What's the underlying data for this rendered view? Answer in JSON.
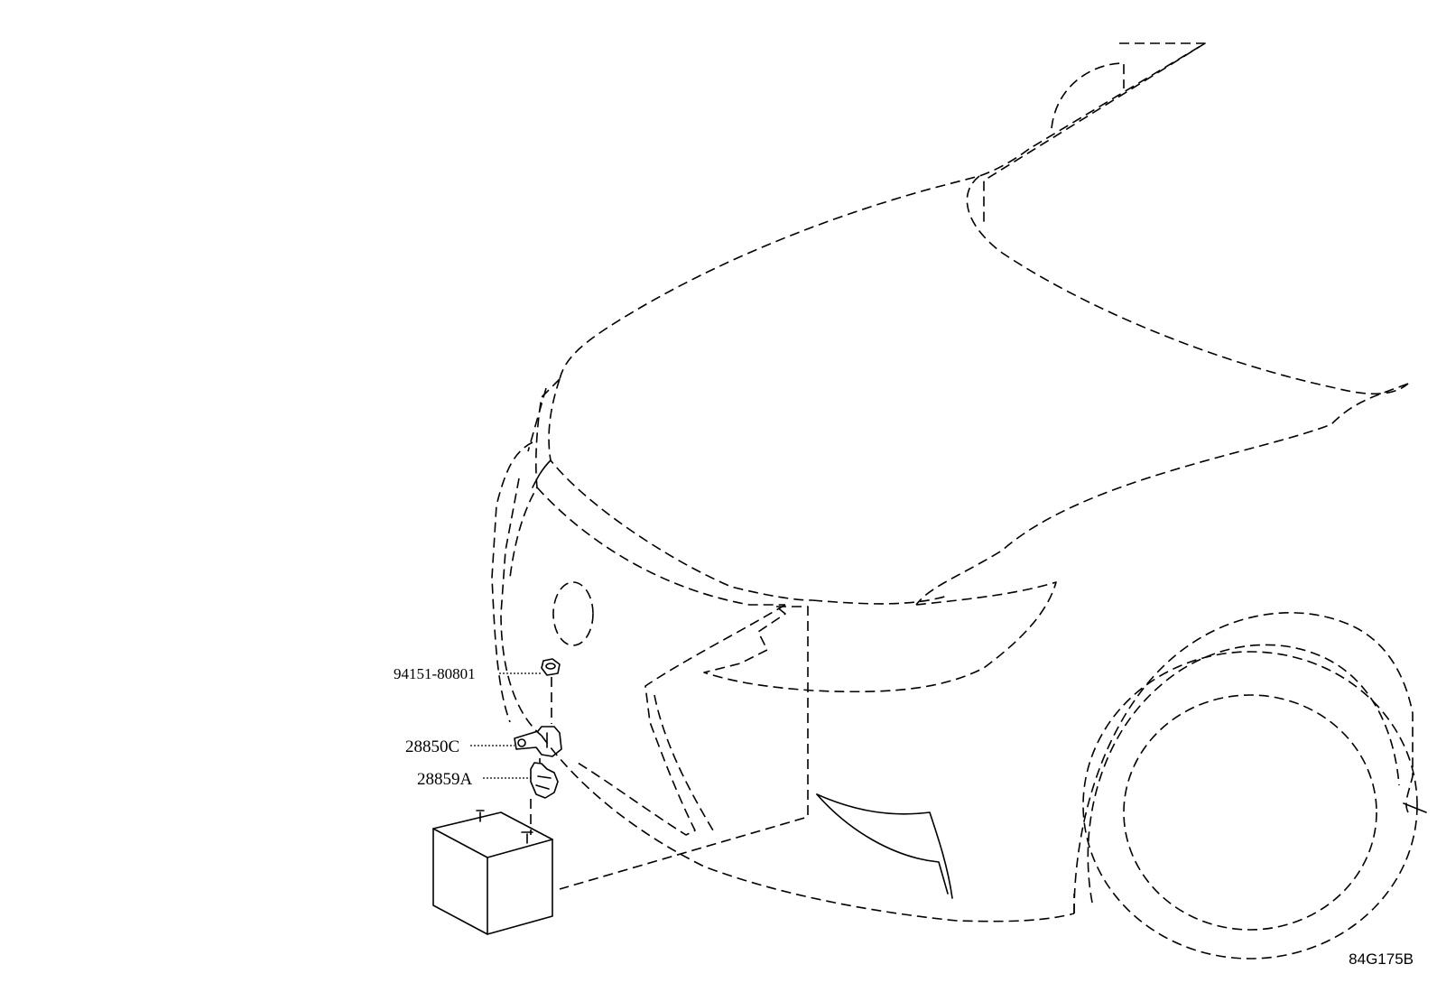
{
  "parts": [
    {
      "number": "94151-80801",
      "name": "nut"
    },
    {
      "number": "28850C",
      "name": "battery terminal"
    },
    {
      "number": "28859A",
      "name": "terminal cover"
    }
  ],
  "diagram_code": "84G175B"
}
